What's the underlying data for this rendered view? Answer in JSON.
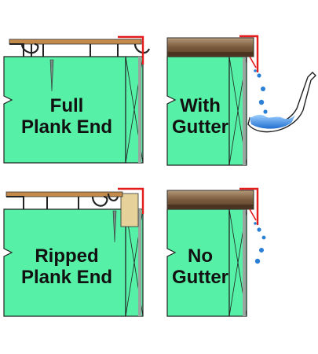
{
  "panels": [
    {
      "id": "full-plank-end",
      "label_line1": "Full",
      "label_line2": "Plank End"
    },
    {
      "id": "with-gutter",
      "label_line1": "With",
      "label_line2": "Gutter"
    },
    {
      "id": "ripped-plank-end",
      "label_line1": "Ripped",
      "label_line2": "Plank End"
    },
    {
      "id": "no-gutter",
      "label_line1": "No",
      "label_line2": "Gutter"
    }
  ],
  "colors": {
    "wall": "#56f0a6",
    "wall_stroke": "#222222",
    "fascia_trim": "#e31b1b",
    "roof_wood": "#8a6b47",
    "plank_trim": "#c48a4a",
    "water": "#2a7fd6",
    "gutter": "#ffffff"
  }
}
